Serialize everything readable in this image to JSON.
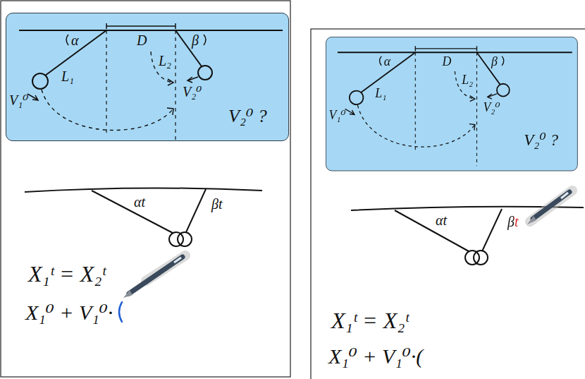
{
  "diagram": {
    "nodes": [
      {
        "text": [
          "α",
          "D",
          "β",
          "L₁",
          "L₂",
          "V₁⁰",
          "V₂⁰",
          "V₂⁰ ?"
        ]
      },
      {
        "text": [
          "α",
          "D",
          "β",
          "L₁",
          "L₂",
          "V₁⁰",
          "V₂⁰",
          "V₂⁰ ?"
        ]
      }
    ],
    "labels": [
      "αt",
      "βt",
      "X₁ᵗ = X₂ᵗ",
      "X₁⁰ + V₁⁰·",
      "αt",
      "βt",
      "X₁ᵗ = X₂ᵗ",
      "X₁⁰ + V₁⁰·("
    ]
  }
}
